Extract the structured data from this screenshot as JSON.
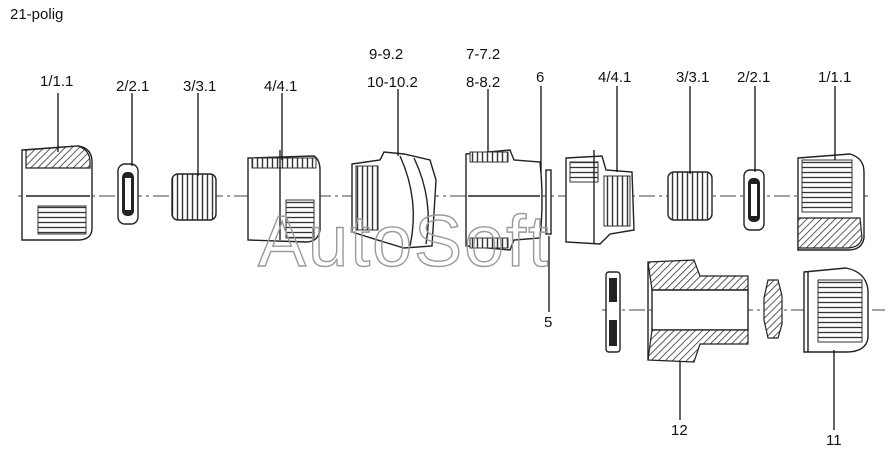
{
  "title": "21-polig",
  "watermark": "AutoSoft",
  "labels": {
    "l_1_left": "1/1.1",
    "l_2_left": "2/2.1",
    "l_3_left": "3/3.1",
    "l_4_left": "4/4.1",
    "l_9a": "9-9.2",
    "l_10": "10-10.2",
    "l_7": "7-7.2",
    "l_8": "8-8.2",
    "l_6": "6",
    "l_4_right": "4/4.1",
    "l_3_right": "3/3.1",
    "l_2_right": "2/2.1",
    "l_1_right": "1/1.1",
    "l_5": "5",
    "l_12": "12",
    "l_11": "11"
  },
  "colors": {
    "ink": "#222222",
    "watermark": "#9a9a9a",
    "background": "#ffffff"
  }
}
